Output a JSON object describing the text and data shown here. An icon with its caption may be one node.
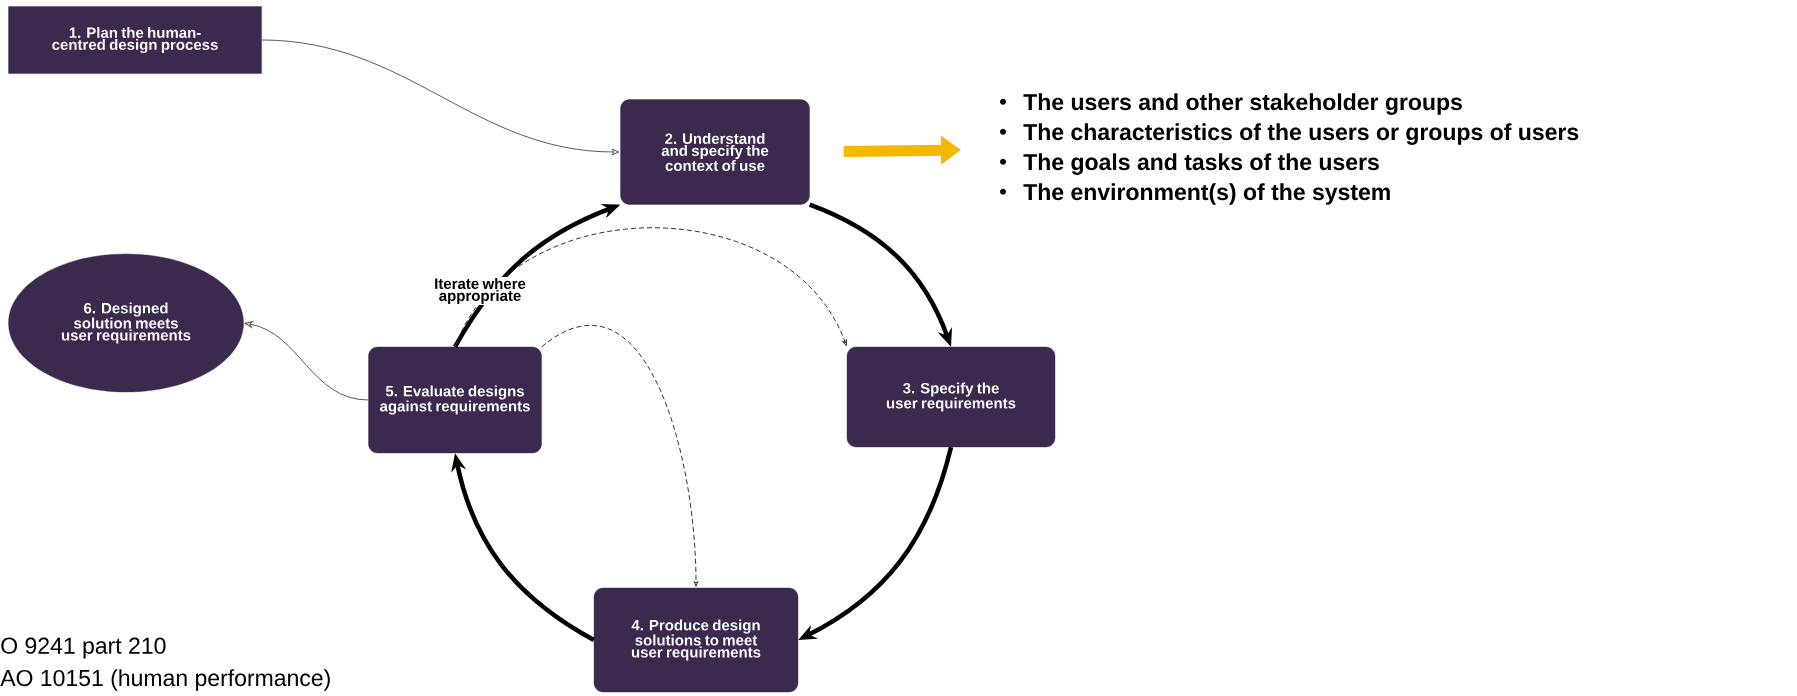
{
  "diagram": {
    "nodes": [
      {
        "text": [
          "1. Plan the human-centred design process"
        ]
      },
      {
        "text": [
          "2. Understand and specify the context of use"
        ]
      },
      {
        "text": [
          "3. Specify the user requirements"
        ]
      },
      {
        "text": [
          "4. Produce design solutions to meet user requirements"
        ]
      },
      {
        "text": [
          "5. Evaluate designs against requirements"
        ]
      },
      {
        "text": [
          "6. Designed solution meets user requirements"
        ]
      },
      {
        "text": [
          "The users and other stakeholder groups",
          "The characteristics of the users or groups of users",
          "The goals and tasks of the users",
          "The environment(s) of the system"
        ]
      }
    ],
    "edges": [
      {
        "from": 0,
        "to": 1,
        "arrow": "to",
        "color": "#595959"
      },
      {
        "from": 1,
        "to": 2,
        "arrow": "to"
      },
      {
        "from": 2,
        "to": 3,
        "arrow": "to"
      },
      {
        "from": 3,
        "to": 4,
        "arrow": "to"
      },
      {
        "from": 4,
        "to": 1,
        "arrow": "to"
      },
      {
        "from": 4,
        "to": 5,
        "arrow": "to",
        "color": "#595959"
      },
      {
        "from": 4,
        "to": 2,
        "arrow": "to",
        "style": "dashed"
      },
      {
        "from": 4,
        "to": 3,
        "arrow": "to",
        "style": "dashed"
      },
      {
        "from": 1,
        "to": 6,
        "arrow": "to",
        "style": "thick",
        "color": "#f5b800"
      }
    ],
    "labels": [
      "Iterate where appropriate",
      "O 9241 part 210",
      "AO 10151 (human performance)"
    ]
  }
}
